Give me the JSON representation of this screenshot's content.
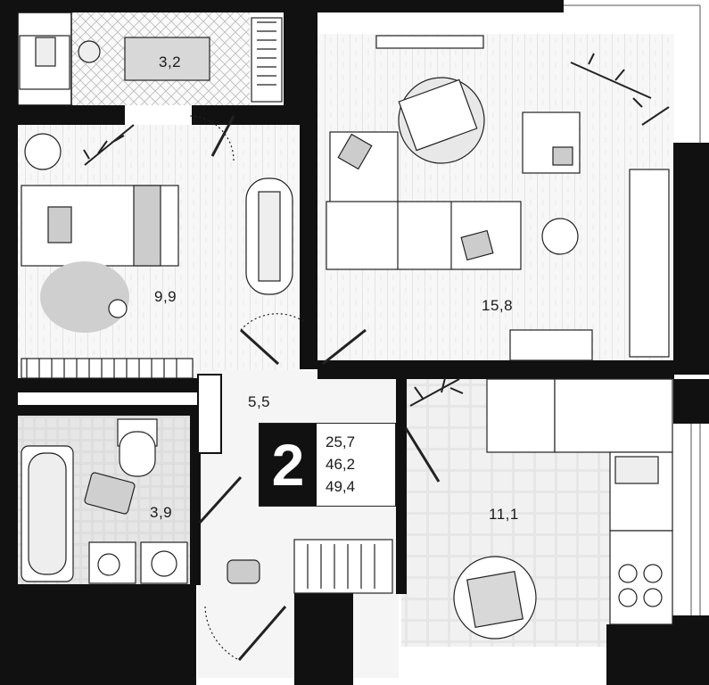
{
  "rooms": {
    "balcony": {
      "area": "3,2"
    },
    "bedroom": {
      "area": "9,9"
    },
    "living_room": {
      "area": "15,8"
    },
    "hallway": {
      "area": "5,5"
    },
    "bathroom": {
      "area": "3,9"
    },
    "kitchen": {
      "area": "11,1"
    }
  },
  "apartment": {
    "room_count": "2",
    "living_area": "25,7",
    "total_area": "46,2",
    "total_area_with_balcony": "49,4"
  }
}
